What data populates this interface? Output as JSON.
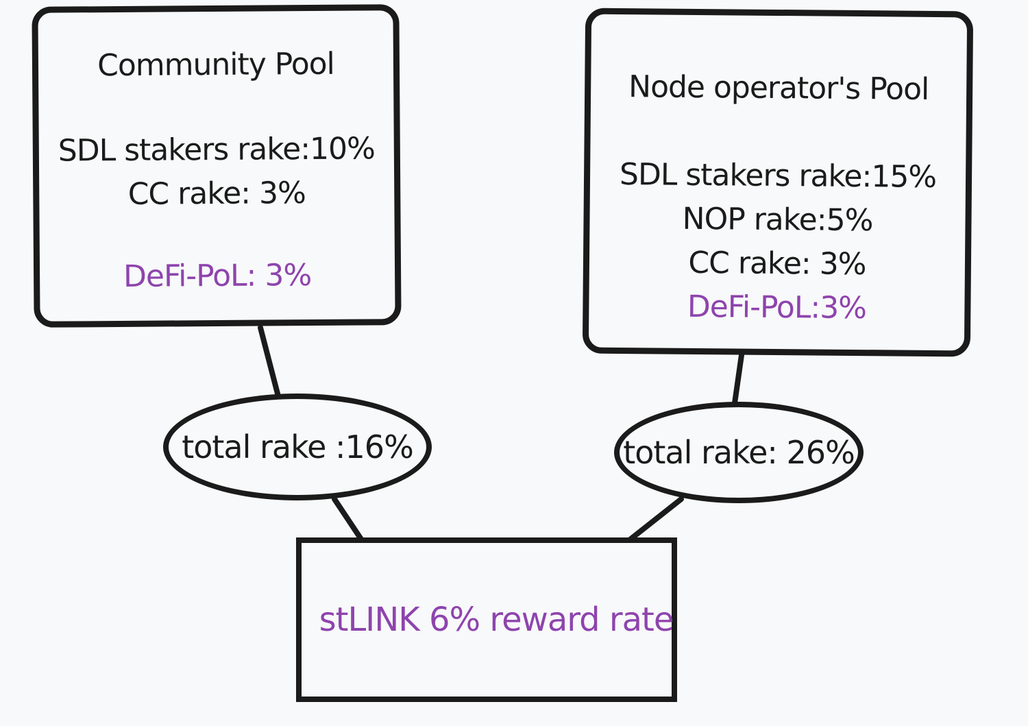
{
  "colors": {
    "background": "#f8f9fa",
    "accent": "#8e44ad",
    "ink": "#1b1b1b"
  },
  "community_pool": {
    "title": "Community Pool",
    "sdl_stakers_rake": "SDL stakers rake:10%",
    "cc_rake": "CC rake: 3%",
    "defi_pol": "DeFi-PoL: 3%"
  },
  "node_operator_pool": {
    "title": "Node operator's Pool",
    "sdl_stakers_rake": "SDL stakers rake:15%",
    "nop_rake": "NOP rake:5%",
    "cc_rake": "CC rake: 3%",
    "defi_pol": "DeFi-PoL:3%"
  },
  "community_total": "total rake :16%",
  "node_operator_total": "total rake: 26%",
  "result": "stLINK 6% reward rate"
}
